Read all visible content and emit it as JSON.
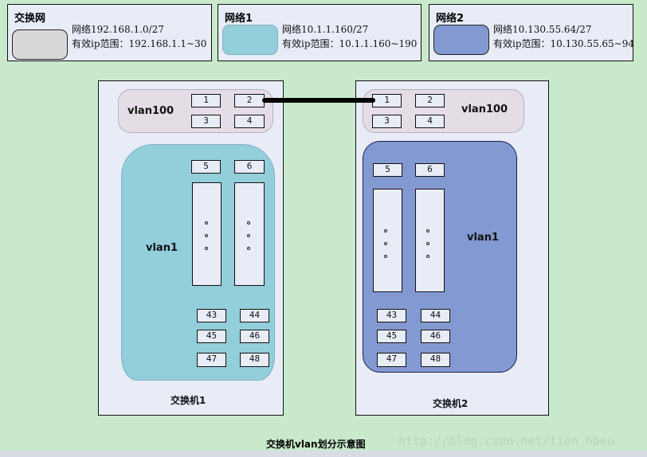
{
  "legend": [
    {
      "title": "交换网",
      "network": "网络192.168.1.0/27",
      "range": "有效ip范围：192.168.1.1~30",
      "color": "#d8d8d8"
    },
    {
      "title": "网络1",
      "network": "网络10.1.1.160/27",
      "range": "有效ip范围：10.1.1.160~190",
      "color": "#93cedb"
    },
    {
      "title": "网络2",
      "network": "网络10.130.55.64/27",
      "range": "有效ip范围：10.130.55.65~94",
      "color": "#8399d2"
    }
  ],
  "switch1": {
    "label": "交换机1",
    "vlan100": {
      "label": "vlan100",
      "ports": [
        "1",
        "2",
        "3",
        "4"
      ]
    },
    "vlan1": {
      "label": "vlan1",
      "ports_top": [
        "5",
        "6"
      ],
      "ellipsis": "。",
      "ports_bottom": [
        "43",
        "44",
        "45",
        "46",
        "47",
        "48"
      ]
    }
  },
  "switch2": {
    "label": "交换机2",
    "vlan100": {
      "label": "vlan100",
      "ports": [
        "1",
        "2",
        "3",
        "4"
      ]
    },
    "vlan1": {
      "label": "vlan1",
      "ports_top": [
        "5",
        "6"
      ],
      "ellipsis": "。",
      "ports_bottom": [
        "43",
        "44",
        "45",
        "46",
        "47",
        "48"
      ]
    }
  },
  "link": {
    "from": "switch1.port2",
    "to": "switch2.port1"
  },
  "caption": "交换机vlan划分示意图",
  "watermark": "http://blog.csdn.net/lion_hbeu"
}
